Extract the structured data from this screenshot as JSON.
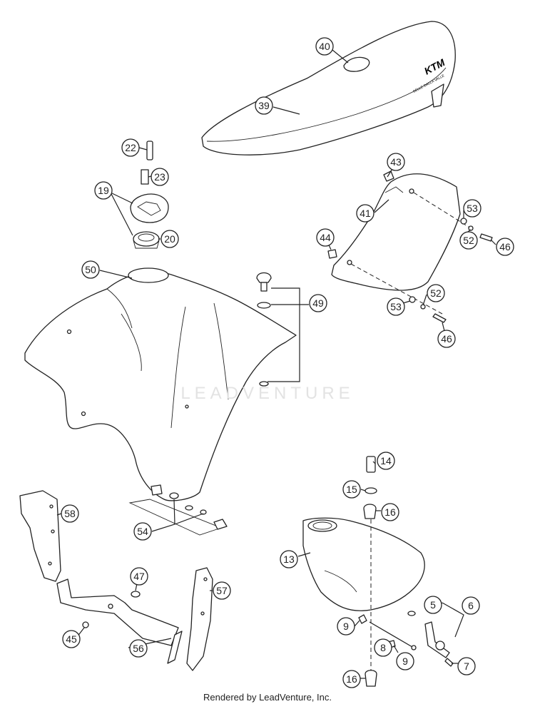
{
  "watermark": "LEADVENTURE",
  "logo_text": "KTM",
  "seat_brand_text": "SELLE DALLA VALLE",
  "footer": "Rendered by LeadVenture, Inc.",
  "callouts": [
    {
      "id": "c40",
      "label": "40"
    },
    {
      "id": "c39",
      "label": "39"
    },
    {
      "id": "c22",
      "label": "22"
    },
    {
      "id": "c23",
      "label": "23"
    },
    {
      "id": "c19",
      "label": "19"
    },
    {
      "id": "c20",
      "label": "20"
    },
    {
      "id": "c43",
      "label": "43"
    },
    {
      "id": "c41",
      "label": "41"
    },
    {
      "id": "c53a",
      "label": "53"
    },
    {
      "id": "c52a",
      "label": "52"
    },
    {
      "id": "c46a",
      "label": "46"
    },
    {
      "id": "c44",
      "label": "44"
    },
    {
      "id": "c50",
      "label": "50"
    },
    {
      "id": "c49",
      "label": "49"
    },
    {
      "id": "c52b",
      "label": "52"
    },
    {
      "id": "c53b",
      "label": "53"
    },
    {
      "id": "c46b",
      "label": "46"
    },
    {
      "id": "c14",
      "label": "14"
    },
    {
      "id": "c15",
      "label": "15"
    },
    {
      "id": "c16a",
      "label": "16"
    },
    {
      "id": "c58",
      "label": "58"
    },
    {
      "id": "c54",
      "label": "54"
    },
    {
      "id": "c13",
      "label": "13"
    },
    {
      "id": "c47",
      "label": "47"
    },
    {
      "id": "c57",
      "label": "57"
    },
    {
      "id": "c5",
      "label": "5"
    },
    {
      "id": "c6",
      "label": "6"
    },
    {
      "id": "c45",
      "label": "45"
    },
    {
      "id": "c56",
      "label": "56"
    },
    {
      "id": "c9a",
      "label": "9"
    },
    {
      "id": "c8",
      "label": "8"
    },
    {
      "id": "c9b",
      "label": "9"
    },
    {
      "id": "c7",
      "label": "7"
    },
    {
      "id": "c16b",
      "label": "16"
    }
  ]
}
